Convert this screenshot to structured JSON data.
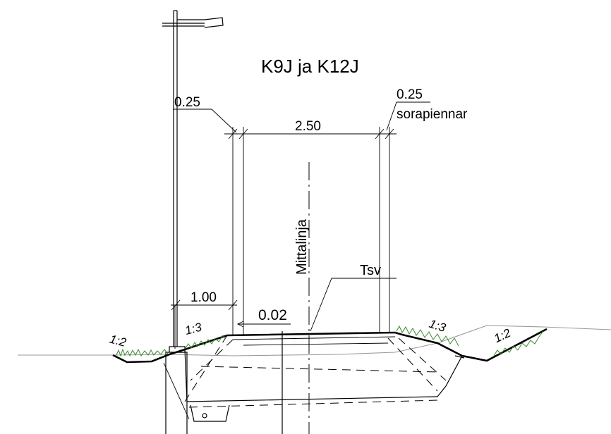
{
  "title": "K9J ja K12J",
  "dimensions": {
    "left_strip": "0.25",
    "right_strip": "0.25",
    "right_strip_label": "sorapiennar",
    "path_width": "2.50",
    "offset": "1.00",
    "crossfall": "0.02"
  },
  "labels": {
    "centerline": "Mittalinja",
    "surface_point": "Tsv"
  },
  "slopes": {
    "left_outer": "1:2",
    "left_inner": "1:3",
    "right_inner": "1:3",
    "right_outer": "1:2"
  },
  "colors": {
    "line": "#000000",
    "ground": "#9a9a9a",
    "grass": "#3a8a2a"
  }
}
